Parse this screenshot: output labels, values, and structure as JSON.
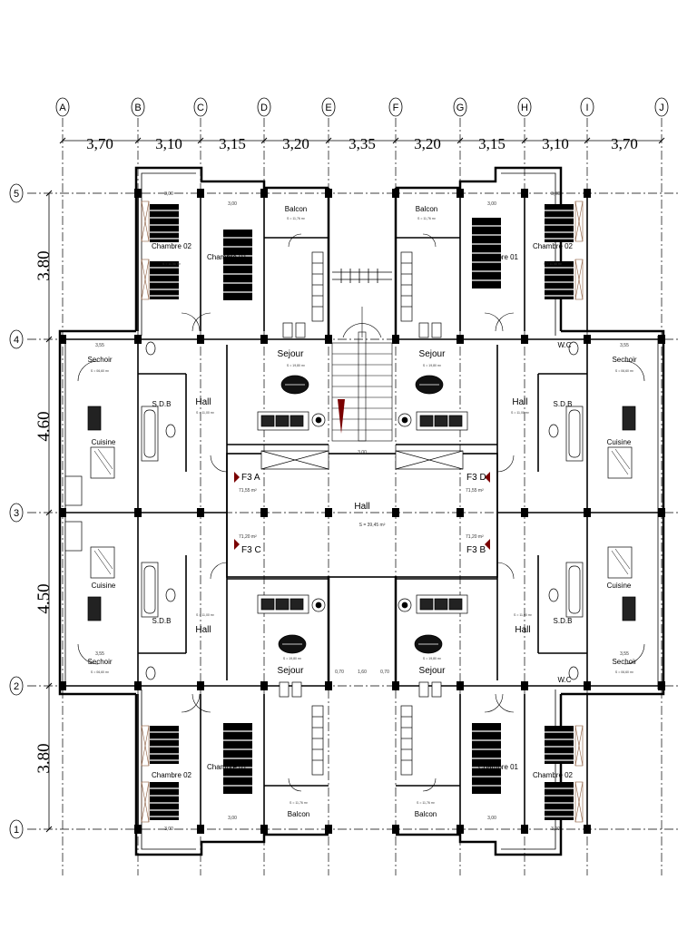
{
  "grid": {
    "columns": [
      "A",
      "B",
      "C",
      "D",
      "E",
      "F",
      "G",
      "H",
      "I",
      "J"
    ],
    "column_spacings": [
      "3,70",
      "3,10",
      "3,15",
      "3,20",
      "3,35",
      "3,20",
      "3,15",
      "3,10",
      "3,70"
    ],
    "rows": [
      "5",
      "4",
      "3",
      "2",
      "1"
    ],
    "row_spacings": [
      "3.80",
      "4.60",
      "4.50",
      "3.80"
    ]
  },
  "rooms": {
    "chambre_02": "Chambre 02",
    "chambre_01": "Chambre 01",
    "balcon": "Balcon",
    "sejour": "Sejour",
    "sechoir": "Sechoir",
    "hall": "Hall",
    "sdb": "S.D.B",
    "wc": "W.C",
    "cuisine": "Cuisine"
  },
  "apartments": {
    "a_name": "F3 A",
    "a_area": "71,55 m²",
    "b_name": "F3 B",
    "b_area": "71,20 m²",
    "c_name": "F3 C",
    "c_area": "71,20 m²",
    "d_name": "F3 D",
    "d_area": "71,55 m²"
  },
  "central_hall": {
    "label": "Hall",
    "area": "S = 39,45 m²"
  },
  "minor_dims": {
    "d300": "3,00",
    "d355": "3,55",
    "d160": "1,60",
    "d070": "0,70"
  },
  "area_labels": {
    "s_chambre": "S = 11,58 m²",
    "s_balcon": "S = 11,76 m²",
    "s_sejour": "S = 19,80 m²",
    "s_sechoir": "S = 06,60 m²",
    "s_hall": "S = 11,00 m²"
  }
}
